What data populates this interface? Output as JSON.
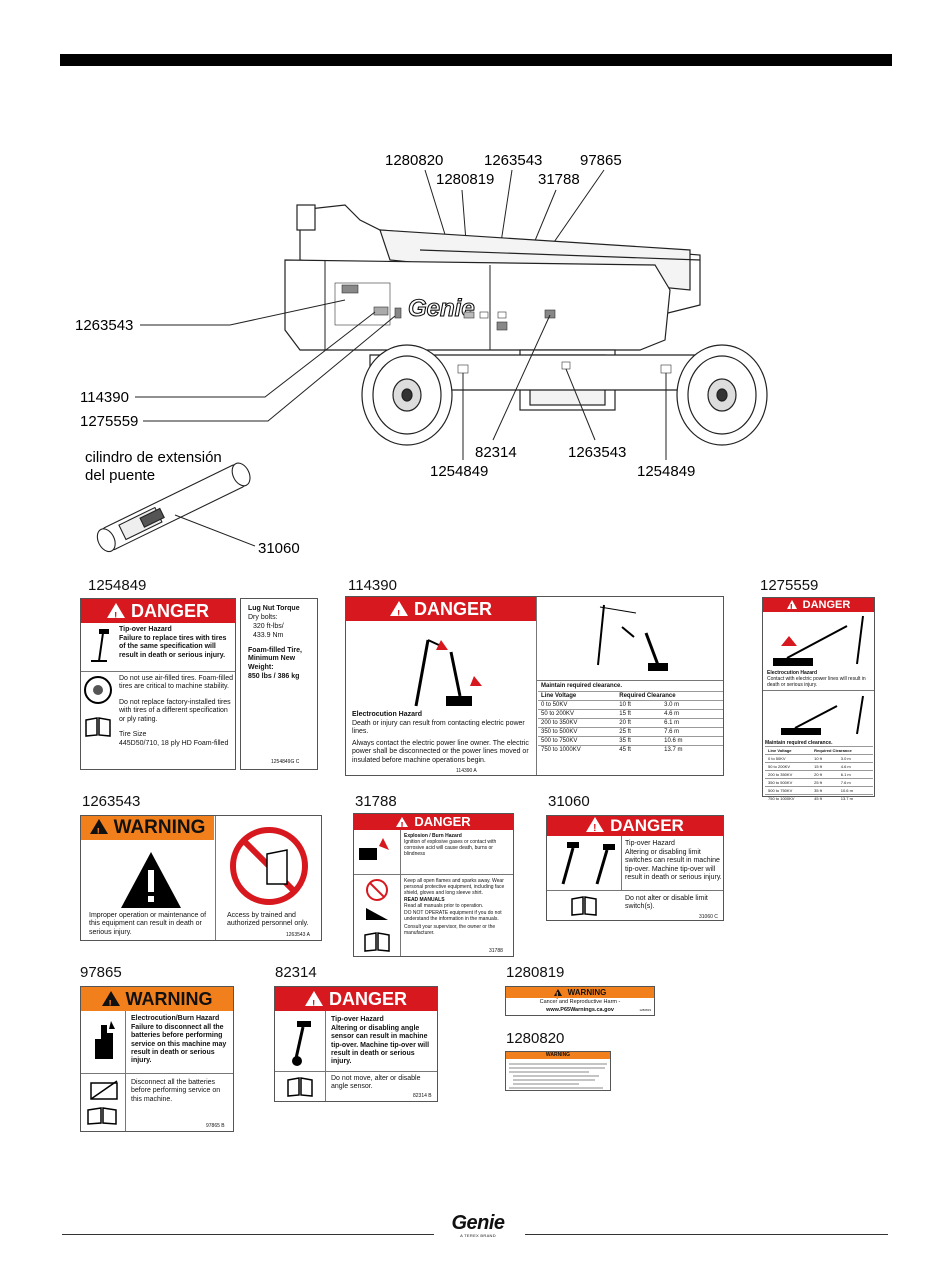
{
  "machine_callouts": {
    "top": [
      "1280820",
      "1263543",
      "97865",
      "1280819",
      "31788"
    ],
    "left": [
      "1263543",
      "114390",
      "1275559"
    ],
    "bottom": [
      "82314",
      "1263543",
      "1254849",
      "1254849"
    ],
    "cylinder_caption": "cilindro de extensión\ndel puente",
    "cylinder_part": "31060",
    "brand_on_machine": "Genie"
  },
  "decals": {
    "d1254849": {
      "part": "1254849",
      "header": "DANGER",
      "hazard": "Tip-over Hazard",
      "hazard_text": "Failure to replace tires with tires of the same specification will result in death or serious injury.",
      "line1": "Do not use air-filled tires. Foam-filled tires are critical to machine stability.",
      "line2": "Do not replace factory-installed tires with tires of a different specification or ply rating.",
      "tire_size_label": "Tire Size",
      "tire_size": "445D50/710, 18 ply HD Foam-filled",
      "torque_title": "Lug Nut Torque",
      "torque_sub": "Dry bolts:",
      "torque_val1": "320 ft-lbs/",
      "torque_val2": "433.9 Nm",
      "weight_title": "Foam-filled Tire, Minimum New Weight:",
      "weight_val": "850 lbs / 386 kg",
      "code": "1254849G  C"
    },
    "d114390": {
      "part": "114390",
      "header": "DANGER",
      "hazard": "Electrocution Hazard",
      "hazard_text": "Death or injury can result from contacting electric power lines.",
      "body": "Always contact the electric power line owner. The electric power shall be disconnected or the power lines moved or insulated before machine operations begin.",
      "code": "114390  A",
      "table_title": "Maintain required clearance.",
      "col1": "Line Voltage",
      "col2": "Required Clearance",
      "rows": [
        [
          "0 to 50KV",
          "10 ft",
          "3.0 m"
        ],
        [
          "50 to 200KV",
          "15 ft",
          "4.6 m"
        ],
        [
          "200 to 350KV",
          "20 ft",
          "6.1 m"
        ],
        [
          "350 to 500KV",
          "25 ft",
          "7.6 m"
        ],
        [
          "500 to 750KV",
          "35 ft",
          "10.6 m"
        ],
        [
          "750 to 1000KV",
          "45 ft",
          "13.7 m"
        ]
      ]
    },
    "d1275559": {
      "part": "1275559",
      "header": "DANGER",
      "hazard": "Electrocution Hazard",
      "hazard_text": "Contact with electric power lines will result in death or serious injury.",
      "table_title": "Maintain required clearance.",
      "col1": "Line Voltage",
      "col2": "Required Clearance",
      "rows": [
        [
          "0 to 50KV",
          "10 ft",
          "3.0 m"
        ],
        [
          "50 to 200KV",
          "15 ft",
          "4.6 m"
        ],
        [
          "200 to 350KV",
          "20 ft",
          "6.1 m"
        ],
        [
          "350 to 500KV",
          "25 ft",
          "7.6 m"
        ],
        [
          "500 to 750KV",
          "35 ft",
          "10.6 m"
        ],
        [
          "750 to 1000KV",
          "45 ft",
          "13.7 m"
        ]
      ]
    },
    "d1263543": {
      "part": "1263543",
      "header": "WARNING",
      "left_text": "Improper operation or maintenance of this equipment can result in death or serious injury.",
      "right_text": "Access by trained and authorized personnel only.",
      "code": "1263543 A"
    },
    "d31788": {
      "part": "31788",
      "header": "DANGER",
      "hazard": "Explosion / Burn Hazard",
      "hazard_text": "Ignition of explosive gases or contact with corrosive acid will cause death, burns or blindness",
      "line1": "Keep all open flames and sparks away. Wear personal protective equipment, including face shield, gloves and long sleeve shirt.",
      "line2": "READ MANUALS",
      "line3": "Read all manuals prior to operation.",
      "line4": "DO NOT OPERATE equipment if you do not understand the information in the manuals.",
      "line5": "Consult your supervisor, the owner or the manufacturer.",
      "code": "31788"
    },
    "d31060": {
      "part": "31060",
      "header": "DANGER",
      "hazard": "Tip-over Hazard",
      "hazard_text": "Altering or disabling limit switches can result in machine tip-over. Machine tip-over will result in death or serious injury.",
      "line1": "Do not alter or disable limit switch(s).",
      "code": "31060  C"
    },
    "d97865": {
      "part": "97865",
      "header": "WARNING",
      "hazard": "Electrocution/Burn Hazard",
      "hazard_text": "Failure to disconnect all the batteries before performing service on this machine may result in death or serious injury.",
      "line1": "Disconnect all the batteries before performing service on this machine.",
      "code": "97865  B"
    },
    "d82314": {
      "part": "82314",
      "header": "DANGER",
      "hazard": "Tip-over Hazard",
      "hazard_text": "Altering or disabling angle sensor can result in machine tip-over. Machine tip-over will result in death or serious injury.",
      "line1": "Do not move, alter or disable angle sensor.",
      "code": "82314  B"
    },
    "d1280819": {
      "part": "1280819",
      "header": "WARNING",
      "line1": "Cancer and Reproductive Harm -",
      "line2": "www.P65Warnings.ca.gov",
      "code": "1280819"
    },
    "d1280820": {
      "part": "1280820",
      "header": "WARNING"
    }
  },
  "footer": {
    "brand": "Genie",
    "tagline": "A TEREX BRAND"
  },
  "colors": {
    "danger_red": "#d7191f",
    "warning_orange": "#f07f1c",
    "black": "#000000"
  }
}
